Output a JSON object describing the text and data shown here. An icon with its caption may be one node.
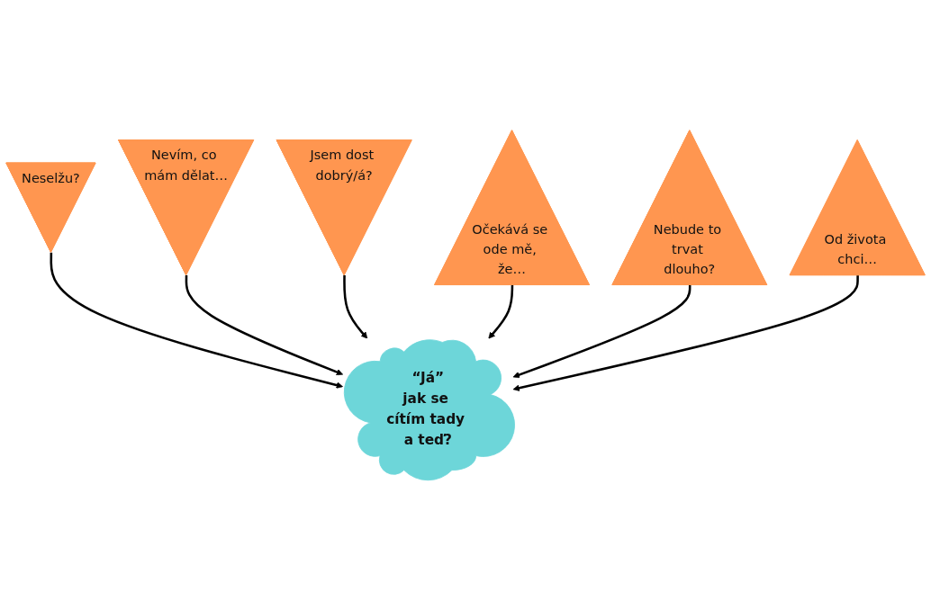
{
  "diagram": {
    "nodes": [
      {
        "text": [
          "Neselžu?"
        ]
      },
      {
        "text": [
          "Nevím, co mám dělat…"
        ]
      },
      {
        "text": [
          "Jsem dost dobrý/á?"
        ]
      },
      {
        "text": [
          "“Já”",
          "jak se cítím tady a teď?"
        ]
      },
      {
        "text": [
          "Očekává se ode mě, že…"
        ]
      },
      {
        "text": [
          "Nebude to trvat dlouho?"
        ]
      },
      {
        "text": [
          "Od života chci…"
        ]
      }
    ],
    "edges": [
      {
        "from": 0,
        "to": 3,
        "arrow": "to"
      },
      {
        "from": 1,
        "to": 3,
        "arrow": "to"
      },
      {
        "from": 2,
        "to": 3,
        "arrow": "to"
      },
      {
        "from": 4,
        "to": 3,
        "arrow": "to"
      },
      {
        "from": 5,
        "to": 3,
        "arrow": "to"
      },
      {
        "from": 6,
        "to": 3,
        "arrow": "to"
      }
    ]
  }
}
